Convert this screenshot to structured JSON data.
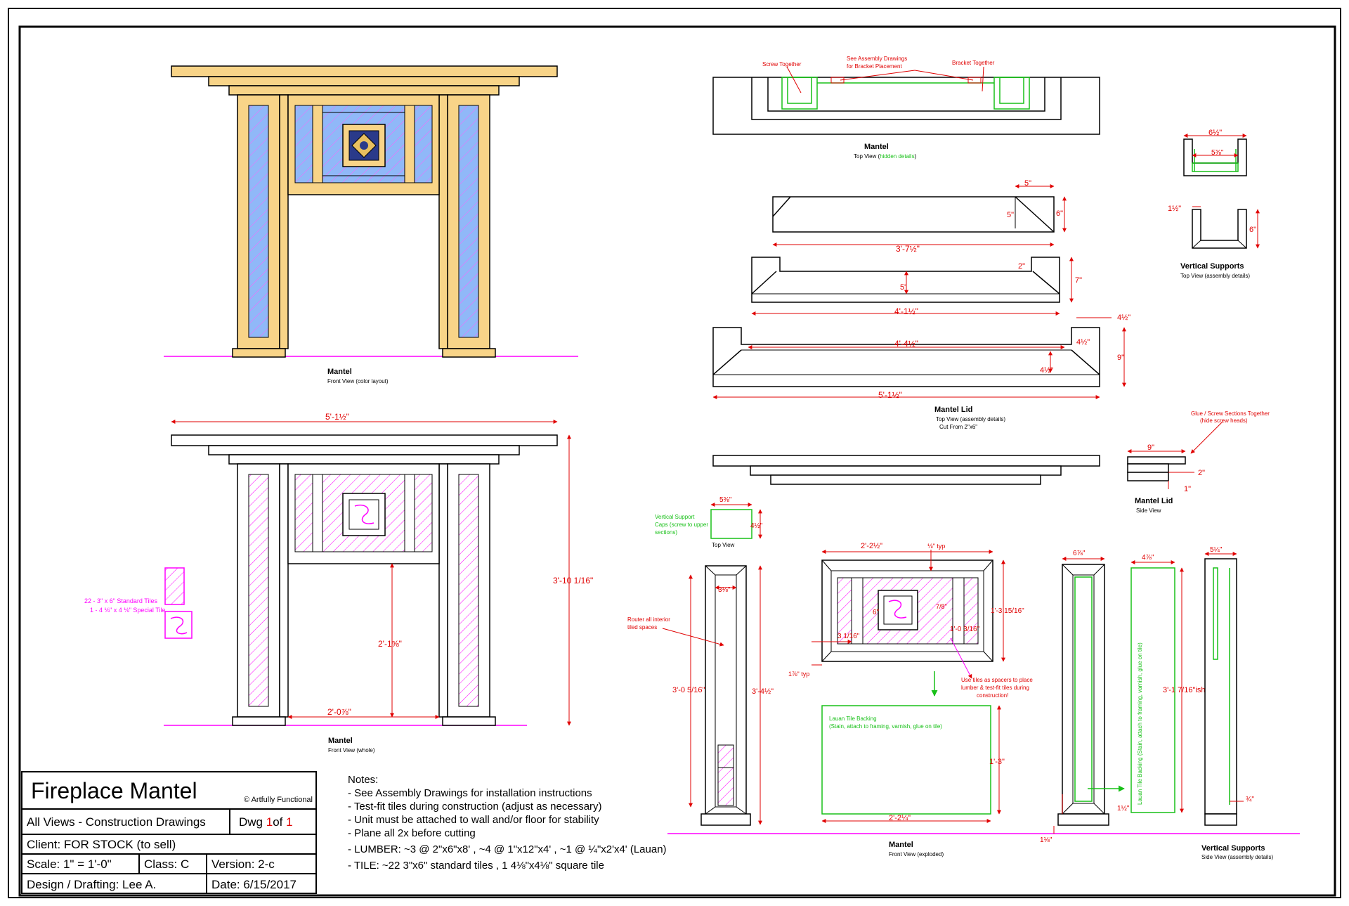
{
  "views": {
    "front_color": {
      "title": "Mantel",
      "subtitle": "Front View (color layout)"
    },
    "front_whole": {
      "title": "Mantel",
      "subtitle": "Front View (whole)"
    },
    "top": {
      "title": "Mantel",
      "subtitle_prefix": "Top View (",
      "subtitle_hidden": "hidden details",
      "subtitle_suffix": ")"
    },
    "lid_top": {
      "title": "Mantel Lid",
      "subtitle": "Top View (assembly details)",
      "subtitle2": "Cut From 2\"x6\""
    },
    "lid_side": {
      "title": "Mantel Lid",
      "subtitle": "Side View"
    },
    "vs_top": {
      "title": "Vertical Supports",
      "subtitle": "Top View (assembly details)"
    },
    "vs_side": {
      "title": "Vertical Supports",
      "subtitle": "Side View (assembly details)"
    },
    "exploded": {
      "title": "Mantel",
      "subtitle": "Front View (exploded)"
    },
    "cap_top": {
      "subtitle": "Top View"
    }
  },
  "annotations": {
    "screw_together": "Screw Together",
    "see_assembly_1": "See Assembly Drawings",
    "see_assembly_2": "for Bracket Placement",
    "bracket_together": "Bracket Together",
    "glue_screw_1": "Glue / Screw Sections Together",
    "glue_screw_2": "(hide screw heads)",
    "tiles_1": "22 - 3\" x 6\" Standard Tiles",
    "tiles_2": "1 - 4 ⅛\" x 4 ⅛\" Special Tile",
    "cap_1": "Vertical Support",
    "cap_2": "Caps (screw to upper",
    "cap_3": "sections)",
    "router_1": "Router all interior",
    "router_2": "tiled spaces",
    "spacer_1": "Use tiles as spacers to place",
    "spacer_2": "lumber & test-fit tiles during",
    "spacer_3": "construction!",
    "lauan_1": "Lauan Tile Backing",
    "lauan_2": "(Stain, attach to framing, varnish, glue on tile)",
    "lauan_vertical": "Lauan Tile Backing (Stain, attach to framing, varnish, glue on tile)"
  },
  "dimensions": {
    "overall_width": "5'-1½\"",
    "overall_height": "3'-10 1/16\"",
    "opening_height": "2'-1⅝\"",
    "opening_width": "2'-0⅞\"",
    "vs_top_width": "6½\"",
    "vs_top_inner": "5⅜\"",
    "vs_top_wall": "1½\"",
    "vs_top_depth": "6\"",
    "lid1_tab_w": "5\"",
    "lid1_tab_h": "5\"",
    "lid1_depth": "6\"",
    "lid1_len": "3'-7½\"",
    "lid2_notch": "2\"",
    "lid2_inner": "5\"",
    "lid2_depth": "7\"",
    "lid2_len": "4'-1½\"",
    "lid3_right_top": "4½\"",
    "lid3_inner_len": "4'-4½\"",
    "lid3_right_mid": "4½\"",
    "lid3_depth": "9\"",
    "lid3_left_low": "4½\"",
    "lid3_len": "5'-1½\"",
    "side_width": "9\"",
    "side_2": "2\"",
    "side_1": "1\"",
    "cap_w": "5⅜\"",
    "cap_d": "4½\"",
    "col_inner_w": "3⅛\"",
    "col_inner_h": "3'-0 5/16\"",
    "col_outer_h": "3'-4½\"",
    "panel_w": "2'-2½\"",
    "panel_gap": "⅛\" typ",
    "panel_tile": "6\"",
    "panel_small": "7/8\"",
    "panel_side_col": "3 1/16\"",
    "panel_v": "1'-0 3/16\"",
    "panel_h": "1'-3 15/16\"",
    "panel_bottom": "1⅞\" typ",
    "backing_h": "1'-3\"",
    "backing_w": "2'-2¼\"",
    "vs2_top": "6⅞\"",
    "vs2_base_small": "1½\"",
    "vs2_bottom_small": "1⅛\"",
    "vs3_top": "4⅞\"",
    "vs3_h": "3'-1 7/16\"ish",
    "vs4_top": "5¼\"",
    "vs4_small": "¾\""
  },
  "title_block": {
    "title": "Fireplace Mantel",
    "copyright": "© Artfully Functional",
    "subtitle": "All Views - Construction Drawings",
    "dwg_prefix": "Dwg ",
    "dwg_num": "1",
    "dwg_of": " of ",
    "dwg_total": "1",
    "client": "Client: FOR STOCK (to sell)",
    "scale": "Scale: 1\" = 1'-0\"",
    "class": "Class:  C",
    "version": "Version: 2-c",
    "design": "Design / Drafting: Lee A.",
    "date": "Date:  6/15/2017"
  },
  "notes": {
    "heading": "Notes:",
    "items": [
      "- See Assembly Drawings for installation instructions",
      "- Test-fit tiles during construction (adjust as necessary)",
      "- Unit must be attached to wall and/or floor for stability",
      "- Plane all 2x before cutting",
      "- LUMBER:  ~3 @ 2\"x6\"x8'  ,  ~4 @ 1\"x12\"x4'  ,  ~1 @ ¼\"x2'x4' (Lauan)",
      "- TILE: ~22 3\"x6\" standard tiles  ,  1 4⅛\"x4⅛\" square tile"
    ]
  },
  "colors": {
    "wood": "#f8d488",
    "tile": "#90b8f8",
    "dimension": "#e00000",
    "hidden": "#18c018",
    "tile_outline": "#ff00ff"
  }
}
